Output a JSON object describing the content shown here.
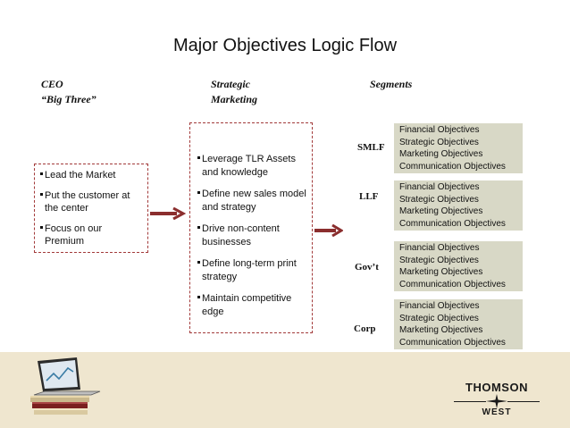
{
  "title": "Major Objectives Logic Flow",
  "headers": {
    "ceo_line1": "CEO",
    "ceo_line2": "“Big Three”",
    "strategic_line1": "Strategic",
    "strategic_line2": "Marketing",
    "segments": "Segments"
  },
  "ceo_items": [
    "Lead the Market",
    "Put the customer at the center",
    "Focus on our Premium"
  ],
  "strategic_items": [
    "Leverage TLR Assets and knowledge",
    "Define new sales model and strategy",
    "Drive non-content businesses",
    "Define long-term print strategy",
    "Maintain competitive edge"
  ],
  "segments": [
    {
      "label": "SMLF",
      "objectives": [
        "Financial Objectives",
        "Strategic Objectives",
        "Marketing Objectives",
        "Communication Objectives"
      ]
    },
    {
      "label": "LLF",
      "objectives": [
        "Financial Objectives",
        "Strategic Objectives",
        "Marketing Objectives",
        "Communication Objectives"
      ]
    },
    {
      "label": "Gov’t",
      "objectives": [
        "Financial Objectives",
        "Strategic Objectives",
        "Marketing Objectives",
        "Communication Objectives"
      ]
    },
    {
      "label": "Corp",
      "objectives": [
        "Financial Objectives",
        "Strategic Objectives",
        "Marketing Objectives",
        "Communication Objectives"
      ]
    }
  ],
  "logo": {
    "line1": "THOMSON",
    "line2": "WEST"
  },
  "colors": {
    "arrow": "#8b2e2e",
    "box_border": "#a23a3a",
    "segment_fill": "#d8d8c6",
    "footer": "#efe6cf"
  }
}
